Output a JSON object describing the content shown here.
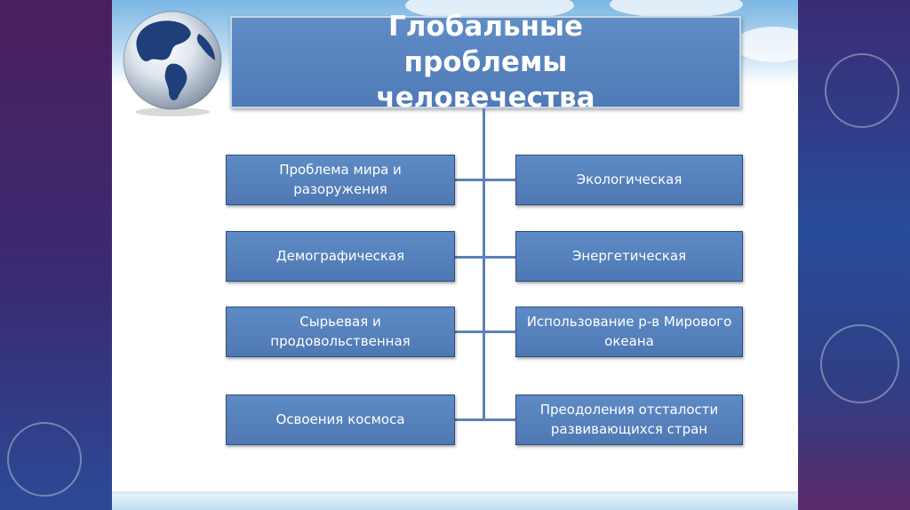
{
  "diagram": {
    "title": "Глобальные проблемы человечества",
    "left_items": [
      {
        "label": "Проблема мира и разоружения"
      },
      {
        "label": "Демографическая"
      },
      {
        "label": "Сырьевая и продовольственная"
      },
      {
        "label": "Освоения космоса"
      }
    ],
    "right_items": [
      {
        "label": "Экологическая"
      },
      {
        "label": "Энергетическая"
      },
      {
        "label": "Использование р-в Мирового океана"
      },
      {
        "label": "Преодоления отсталости развивающихся стран"
      }
    ]
  },
  "colors": {
    "box_fill": "#5a86c0",
    "box_border": "#2f4f7f",
    "connector": "#5b82b9",
    "text": "#ffffff"
  },
  "icons": [
    "globe-icon"
  ]
}
